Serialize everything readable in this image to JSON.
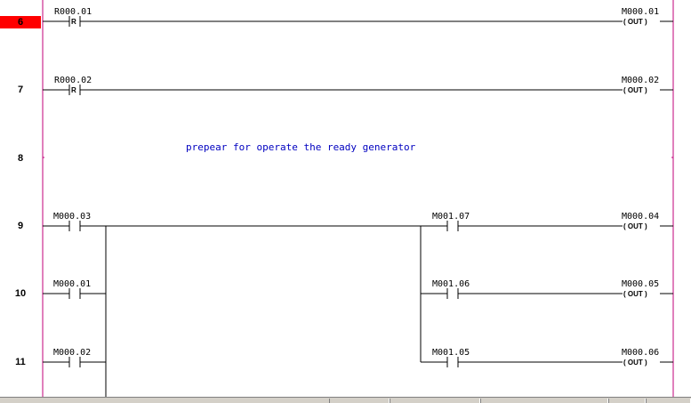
{
  "rungs": [
    {
      "number": "6",
      "active": true
    },
    {
      "number": "7",
      "active": false
    },
    {
      "number": "8",
      "active": false
    },
    {
      "number": "9",
      "active": false
    },
    {
      "number": "10",
      "active": false
    },
    {
      "number": "11",
      "active": false
    }
  ],
  "rung6": {
    "contact": "R000.01",
    "contact_mark": "R",
    "coil": "M000.01",
    "coil_text": "( OUT )"
  },
  "rung7": {
    "contact": "R000.02",
    "contact_mark": "R",
    "coil": "M000.02",
    "coil_text": "( OUT )"
  },
  "rung8": {
    "comment": "prepear for operate the ready generator"
  },
  "rung9": {
    "contact": "M000.03",
    "series_contact": "M001.07",
    "coil": "M000.04",
    "coil_text": "( OUT )"
  },
  "rung10": {
    "contact": "M000.01",
    "series_contact": "M001.06",
    "coil": "M000.05",
    "coil_text": "( OUT )"
  },
  "rung11": {
    "contact": "M000.02",
    "series_contact": "M001.05",
    "coil": "M000.06",
    "coil_text": "( OUT )"
  },
  "colors": {
    "rail": "#c0007a",
    "wire": "#000000",
    "active_rung": "#ff0000",
    "comment": "#0000c0"
  }
}
